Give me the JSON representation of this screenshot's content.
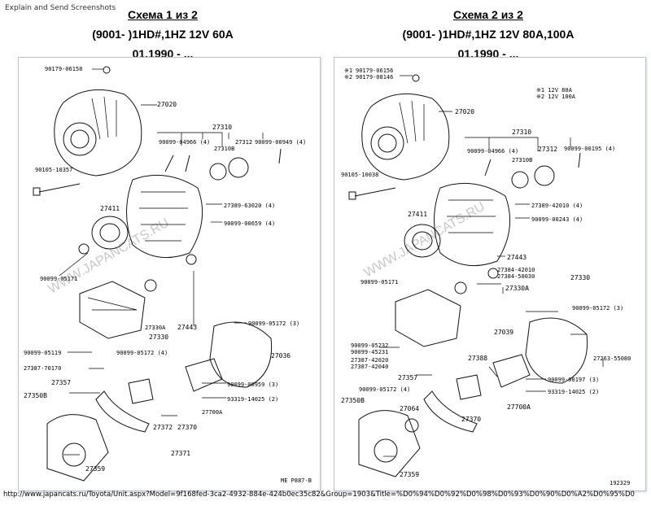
{
  "window": {
    "title": "Explain and Send Screenshots"
  },
  "schemes": [
    {
      "title": "Схема 1 из 2",
      "model": "(9001- )1HD#,1HZ 12V 60A",
      "date": "01.1990 - ...",
      "labels": {
        "p90179": "90179-06158",
        "p27020": "27020",
        "p27310": "27310",
        "p90099a": "90099-04966 (4)",
        "p27310b": "27310B",
        "p27312": "27312",
        "p90099b": "90099-00949 (4)",
        "p90105": "90105-10357",
        "p27411": "27411",
        "p27389": "27389-63020 (4)",
        "p90099c": "90099-00659 (4)",
        "p90099d": "90099-05171",
        "p27330a": "27330A",
        "p27443": "27443",
        "p27330": "27330",
        "p90099e": "90099-05172 (3)",
        "p90099f": "90099-05119",
        "p90099g": "90099-05172 (4)",
        "p27036": "27036",
        "p27387": "27387-70170",
        "p27357": "27357",
        "p90099h": "90099-00959 (3)",
        "p27350b": "27350B",
        "p93319": "93319-14025 (2)",
        "p27700a": "27700A",
        "p27372": "27372",
        "p27370": "27370",
        "p27371": "27371",
        "p27359": "27359",
        "code": "ME P887-B"
      }
    },
    {
      "title": "Схема 2 из 2",
      "model": "(9001- )1HD#,1HZ 12V 80A,100A",
      "date": "01.1990 - ...",
      "labels": {
        "n1": "※1",
        "n2": "※2",
        "p90179a": "90179-06156",
        "p90179b": "90179-08146",
        "legend1": "※1 12V 80A",
        "legend2": "※2 12V 100A",
        "p27020": "27020",
        "p27310": "27310",
        "p90099a": "90099-04966 (4)",
        "p27312": "27312",
        "p90099b": "90099-00195 (4)",
        "p27310b": "27310B",
        "p90105": "90105-10038",
        "p27411": "27411",
        "p27389": "27389-42010 (4)",
        "p90099c": "90099-00243 (4)",
        "p27443": "27443",
        "p27384a": "27384-42010",
        "p27384b": "27384-50030",
        "p27330": "27330",
        "p90099d": "90099-05171",
        "p27330a": "27330A",
        "p90099e": "90099-05172 (3)",
        "p27039": "27039",
        "p90099f": "90099-05232",
        "p90099g": "90099-45231",
        "p27387a": "27387-42020",
        "p27387b": "27387-42040",
        "p27388": "27388",
        "p27263": "27263-55080",
        "p27357": "27357",
        "p90099h": "90099-00197 (3)",
        "p90099i": "90099-05172 (4)",
        "p93319": "93319-14025 (2)",
        "p27350b": "27350B",
        "p27064": "27064",
        "p27700a": "27700A",
        "p27370": "27370",
        "p27359": "27359",
        "code": "192329"
      }
    }
  ],
  "watermark": "WWW.JAPANCATS.RU",
  "status_url": "http://www.japancats.ru/Toyota/Unit.aspx?Model=9f168fed-3ca2-4932-884e-424b0ec35c82&Group=1903&Title=%D0%94%D0%92%D0%98%D0%93%D0%90%D0%A2%D0%95%D0"
}
